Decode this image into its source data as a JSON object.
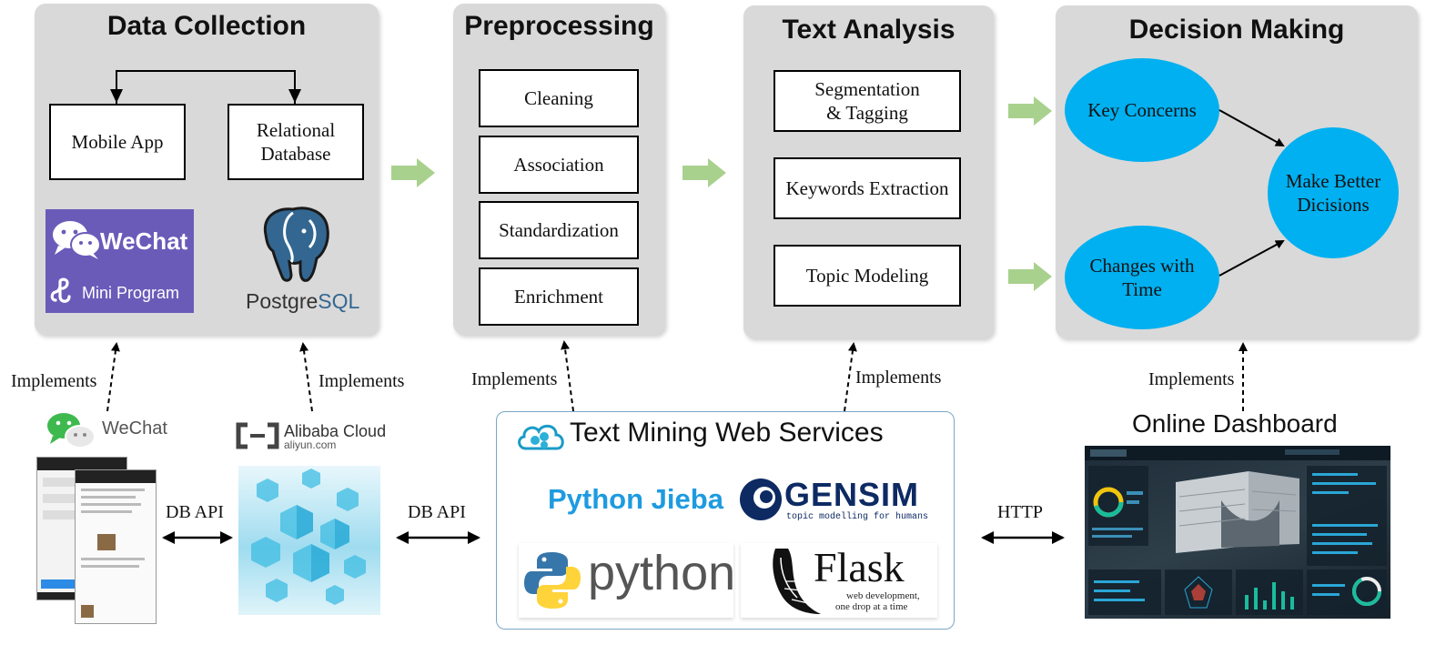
{
  "stages": {
    "data_collection": {
      "title": "Data Collection",
      "boxes": [
        "Mobile App",
        "Relational\nDatabase"
      ],
      "logos": {
        "wechat": "WeChat",
        "mini_program": "Mini Program",
        "postgres_prefix": "Postgre",
        "postgres_suffix": "SQL"
      }
    },
    "preprocessing": {
      "title": "Preprocessing",
      "boxes": [
        "Cleaning",
        "Association",
        "Standardization",
        "Enrichment"
      ]
    },
    "text_analysis": {
      "title": "Text Analysis",
      "boxes": [
        "Segmentation\n& Tagging",
        "Keywords Extraction",
        "Topic Modeling"
      ]
    },
    "decision_making": {
      "title": "Decision Making",
      "nodes": [
        "Key Concerns",
        "Changes with\nTime",
        "Make Better\nDicisions"
      ]
    }
  },
  "implements_label": "Implements",
  "bottom": {
    "wechat_label": "WeChat",
    "alibaba": {
      "name": "Alibaba Cloud",
      "domain": "aliyun.com"
    },
    "services": {
      "title": "Text Mining Web Services",
      "logos": {
        "jieba": "Python Jieba",
        "gensim": "GENSIM",
        "gensim_tagline": "topic modelling for humans",
        "python": "python",
        "flask": "Flask",
        "flask_tagline_1": "web development,",
        "flask_tagline_2": "one drop at a time"
      }
    },
    "dashboard_title": "Online Dashboard",
    "db_api_label": "DB API",
    "http_label": "HTTP"
  },
  "colors": {
    "panel": "#d9d9d9",
    "ellipse": "#00b0f0",
    "flow_arrow": "#a9d18e",
    "wechat_purple": "#6b5bb9",
    "postgres_blue": "#336791",
    "jieba_blue": "#1e9be0",
    "gensim_navy": "#0d2a63"
  }
}
